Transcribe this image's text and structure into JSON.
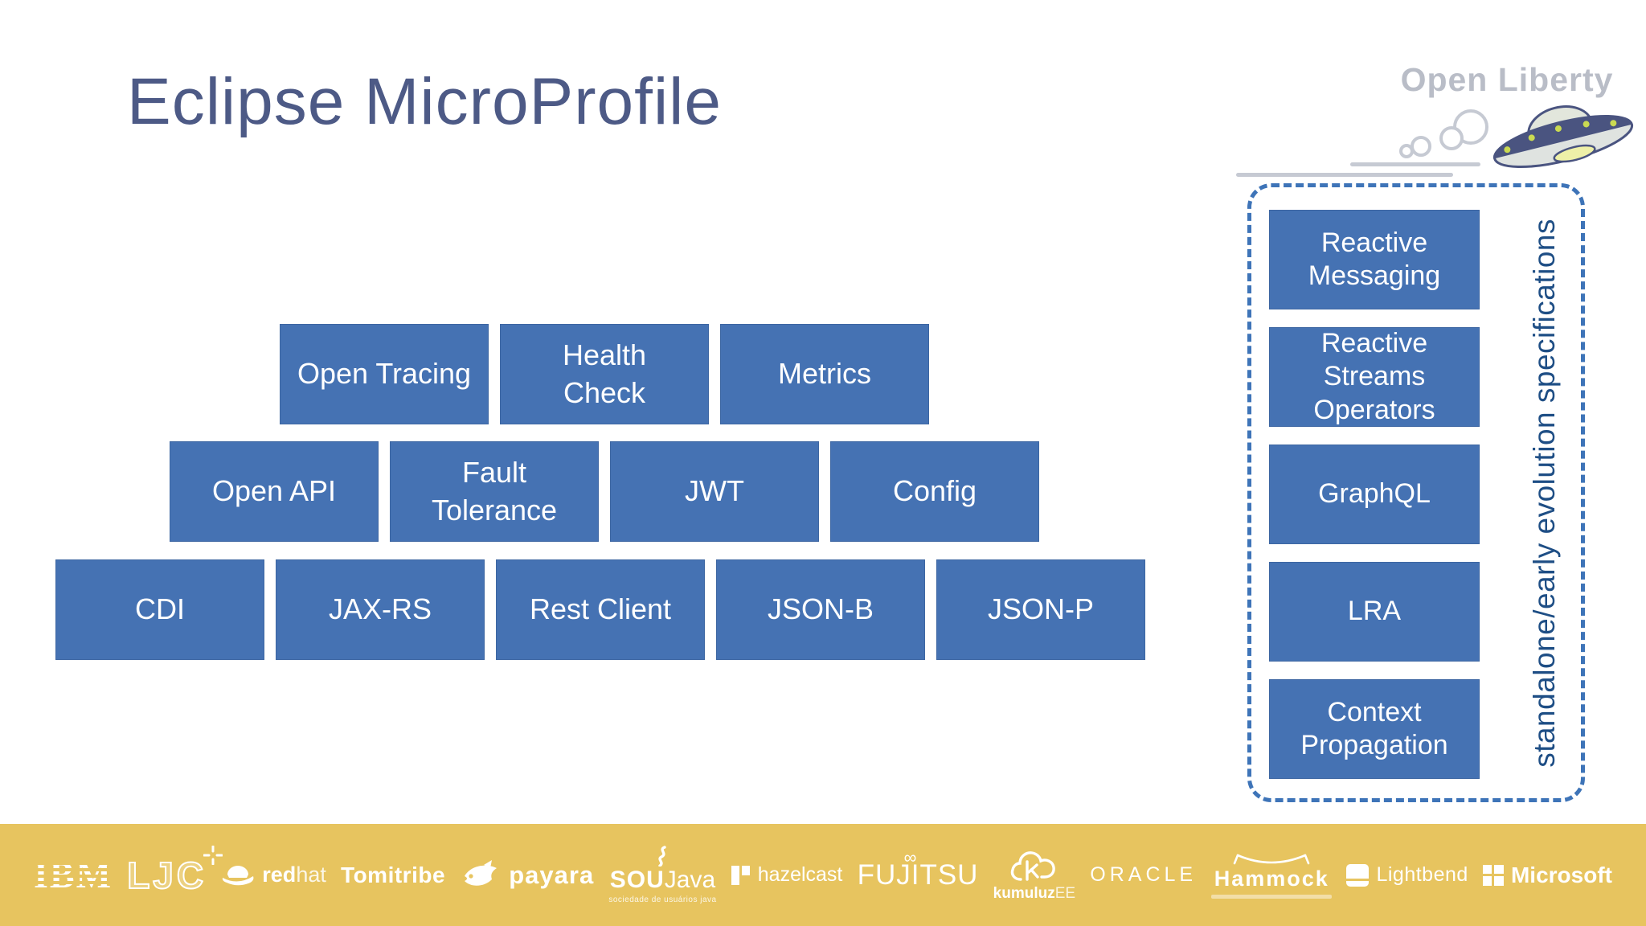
{
  "title": "Eclipse MicroProfile",
  "logo": {
    "text": "Open Liberty"
  },
  "pyramid": {
    "rows": [
      [
        "Open Tracing",
        "Health\nCheck",
        "Metrics"
      ],
      [
        "Open API",
        "Fault\nTolerance",
        "JWT",
        "Config"
      ],
      [
        "CDI",
        "JAX-RS",
        "Rest Client",
        "JSON-B",
        "JSON-P"
      ]
    ]
  },
  "standalone": {
    "label": "standalone/early evolution specifications",
    "boxes": [
      "Reactive\nMessaging",
      "Reactive\nStreams\nOperators",
      "GraphQL",
      "LRA",
      "Context\nPropagation"
    ]
  },
  "colors": {
    "box_blue": "#4572b3",
    "dashed_border": "#3e74b8",
    "vertical_text": "#1e4e85",
    "title_text": "#4d5a86",
    "liberty_gray": "#b9bdc7",
    "footer_yellow": "#e7c45f",
    "footer_logo_white": "#ffffff"
  },
  "footer": {
    "logos": [
      {
        "id": "ibm",
        "text": "IBM"
      },
      {
        "id": "ljc",
        "text": "LJC"
      },
      {
        "id": "redhat",
        "bold": "red",
        "light": "hat"
      },
      {
        "id": "tomitribe",
        "text": "Tomitribe"
      },
      {
        "id": "payara",
        "text": "payara"
      },
      {
        "id": "soujava",
        "bold": "SOU",
        "rest": "Java",
        "subtitle": "sociedade de usuários java"
      },
      {
        "id": "hazelcast",
        "text": "hazelcast"
      },
      {
        "id": "fujitsu",
        "text": "FUJITSU",
        "mark": "∞"
      },
      {
        "id": "kumuluz",
        "bold": "kumuluz",
        "light": "EE"
      },
      {
        "id": "oracle",
        "text": "ORACLE"
      },
      {
        "id": "hammock",
        "text": "Hammock"
      },
      {
        "id": "lightbend",
        "text": "Lightbend"
      },
      {
        "id": "microsoft",
        "text": "Microsoft"
      }
    ]
  }
}
